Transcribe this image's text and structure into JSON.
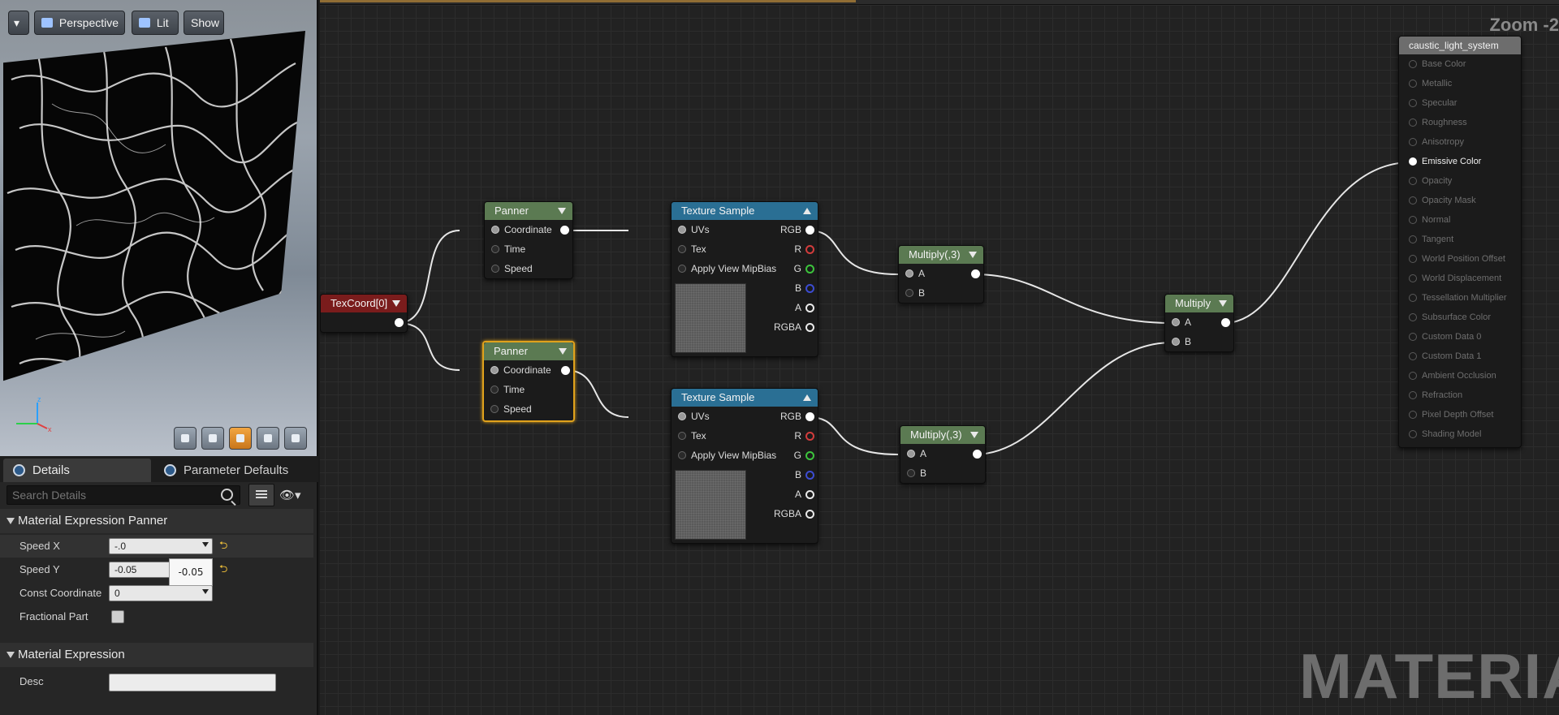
{
  "viewport": {
    "menu_label": "▾",
    "perspective_label": "Perspective",
    "lit_label": "Lit",
    "show_label": "Show"
  },
  "details": {
    "tabs": [
      {
        "label": "Details",
        "icon": "magnifier-icon"
      },
      {
        "label": "Parameter Defaults",
        "icon": "magnifier-icon"
      }
    ],
    "search_placeholder": "Search Details",
    "eye_label": "👁▾",
    "sections": [
      {
        "title": "Material Expression Panner"
      },
      {
        "title": "Material Expression"
      }
    ],
    "properties": {
      "speed_x": {
        "label": "Speed X",
        "value": "-.0"
      },
      "speed_y": {
        "label": "Speed Y",
        "value": "-0.05"
      },
      "const_coordinate": {
        "label": "Const Coordinate",
        "value": "0"
      },
      "fractional_part": {
        "label": "Fractional Part"
      },
      "desc": {
        "label": "Desc",
        "value": ""
      }
    },
    "tooltip": "-0.05",
    "reset_symbol": "⮌"
  },
  "graph": {
    "zoom_label": "Zoom -2",
    "watermark": "MATERIAL",
    "nodes": {
      "texcoord": {
        "title": "TexCoord[0]",
        "color": "#7a1c1c"
      },
      "panner1": {
        "title": "Panner",
        "color": "#5b7a52",
        "pins": [
          "Coordinate",
          "Time",
          "Speed"
        ]
      },
      "panner2": {
        "title": "Panner",
        "color": "#5b7a52",
        "pins": [
          "Coordinate",
          "Time",
          "Speed"
        ]
      },
      "texture1": {
        "title": "Texture Sample",
        "color": "#2a6f94",
        "inputs": [
          "UVs",
          "Tex",
          "Apply View MipBias"
        ],
        "outputs": [
          "RGB",
          "R",
          "G",
          "B",
          "A",
          "RGBA"
        ]
      },
      "texture2": {
        "title": "Texture Sample",
        "color": "#2a6f94",
        "inputs": [
          "UVs",
          "Tex",
          "Apply View MipBias"
        ],
        "outputs": [
          "RGB",
          "R",
          "G",
          "B",
          "A",
          "RGBA"
        ]
      },
      "multiply1": {
        "title": "Multiply(,3)",
        "color": "#5b7a52",
        "pins": [
          "A",
          "B"
        ]
      },
      "multiply2": {
        "title": "Multiply(,3)",
        "color": "#5b7a52",
        "pins": [
          "A",
          "B"
        ]
      },
      "multiply3": {
        "title": "Multiply",
        "color": "#5b7a52",
        "pins": [
          "A",
          "B"
        ]
      },
      "result": {
        "title": "caustic_light_system",
        "color": "#6d6d6d",
        "pins": [
          "Base Color",
          "Metallic",
          "Specular",
          "Roughness",
          "Anisotropy",
          "Emissive Color",
          "Opacity",
          "Opacity Mask",
          "Normal",
          "Tangent",
          "World Position Offset",
          "World Displacement",
          "Tessellation Multiplier",
          "Subsurface Color",
          "Custom Data 0",
          "Custom Data 1",
          "Ambient Occlusion",
          "Refraction",
          "Pixel Depth Offset",
          "Shading Model"
        ],
        "active_pin": "Emissive Color"
      }
    }
  },
  "colors": {
    "selected_border": "#e0a21c",
    "pin_r": "#d23c3c",
    "pin_g": "#3cc43c",
    "pin_b": "#3c4cd2"
  }
}
